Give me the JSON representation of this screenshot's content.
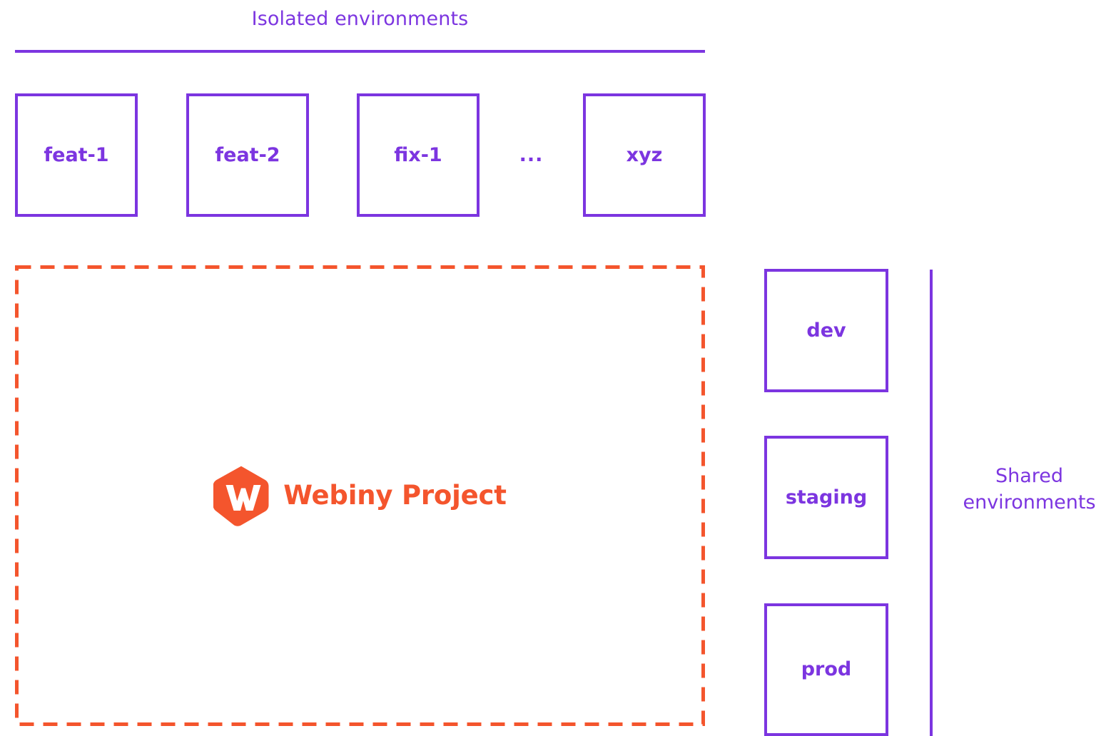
{
  "diagram": {
    "title": "Isolated environments",
    "background_color": "#ffffff",
    "accent_purple": "#7c35e0",
    "accent_orange": "#f4552d"
  },
  "isolated": {
    "heading": "Isolated environments",
    "boxes": [
      {
        "label": "feat-1"
      },
      {
        "label": "feat-2"
      },
      {
        "label": "fix-1"
      },
      {
        "label": "xyz"
      }
    ],
    "ellipsis": "..."
  },
  "project": {
    "name": "Webiny Project",
    "logo_icon": "webiny-hexagon-logo",
    "border_style": "dashed",
    "border_color": "#f4552d"
  },
  "shared": {
    "caption_line_1": "Shared",
    "caption_line_2": "environments",
    "boxes": [
      {
        "label": "dev"
      },
      {
        "label": "staging"
      },
      {
        "label": "prod"
      }
    ]
  }
}
